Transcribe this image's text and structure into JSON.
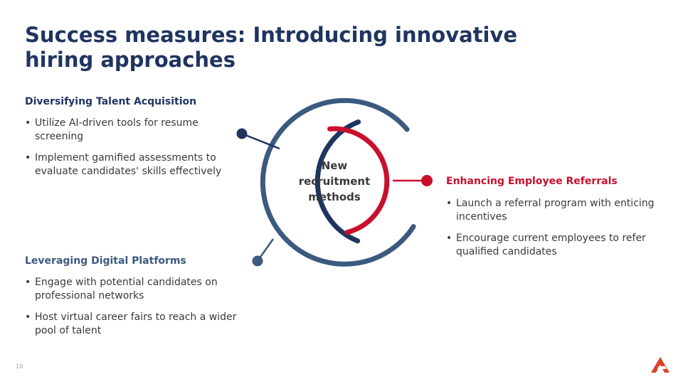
{
  "title": "Success measures: Introducing innovative hiring approaches",
  "diagram": {
    "center_label": "New recruitment methods"
  },
  "sections": {
    "diversify": {
      "heading": "Diversifying Talent Acquisition",
      "bullets": [
        "Utilize AI-driven tools for resume screening",
        "Implement gamified assessments to evaluate candidates' skills effectively"
      ]
    },
    "digital": {
      "heading": "Leveraging Digital Platforms",
      "bullets": [
        "Engage with potential candidates on professional networks",
        "Host virtual career fairs to reach a wider pool of talent"
      ]
    },
    "referral": {
      "heading": "Enhancing Employee Referrals",
      "bullets": [
        "Launch a referral program with enticing incentives",
        "Encourage current employees to refer qualified candidates"
      ]
    }
  },
  "footer": {
    "page_number": "10"
  },
  "colors": {
    "title": "#1f3560",
    "outer_ring": "#3b5a80",
    "middle_ring": "#1f3560",
    "inner_ring": "#c8102e",
    "logo": "#d9422b"
  }
}
